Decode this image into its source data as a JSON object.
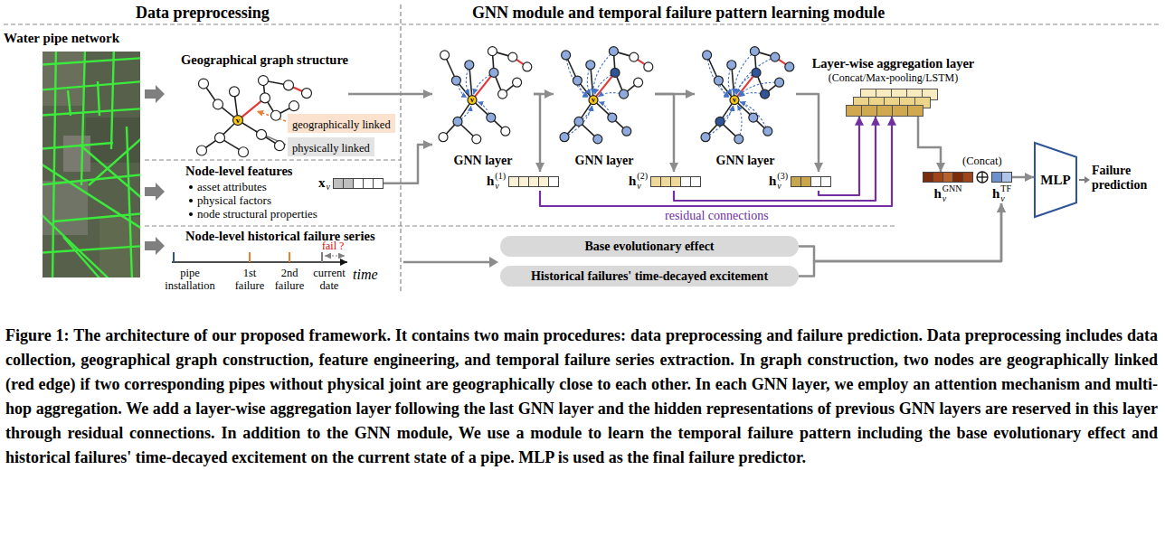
{
  "diagram": {
    "caption": "Figure 1: The architecture of our proposed framework. It contains two main procedures: data preprocessing and failure prediction. Data preprocessing includes data collection, geographical graph construction, feature engineering, and temporal failure series extraction. In graph construction, two nodes are geographically linked (red edge) if two corresponding pipes without physical joint are geographically close to each other. In each GNN layer, we employ an attention mechanism and multi-hop aggregation. We add a layer-wise aggregation layer following the last GNN layer and the hidden representations of previous GNN layers are reserved in this layer through residual connections. In addition to the GNN module, We use a module to learn the temporal failure pattern including the base evolutionary effect and historical failures' time-decayed excitement on the current state of a pipe. MLP is used as the final failure predictor.",
    "nodes": [
      {
        "text": [
          "Geographical graph structure"
        ]
      },
      {
        "text": [
          "geographically linked"
        ]
      },
      {
        "text": [
          "physically linked"
        ]
      },
      {
        "text": [
          "x",
          "v"
        ]
      },
      {
        "text": [
          "GNN layer"
        ]
      },
      {
        "text": [
          "GNN layer"
        ]
      },
      {
        "text": [
          "GNN layer"
        ]
      },
      {
        "text": [
          "Layer-wise aggregation layer",
          "(Concat/Max-pooling/LSTM)"
        ]
      },
      {
        "text": [
          "h",
          "v",
          "(1)"
        ]
      },
      {
        "text": [
          "h",
          "v",
          "(2)"
        ]
      },
      {
        "text": [
          "h",
          "v",
          "(3)"
        ]
      },
      {
        "text": [
          "h",
          "v",
          "GNN"
        ]
      },
      {
        "text": [
          "h",
          "v",
          "TF"
        ]
      },
      {
        "text": [
          "MLP"
        ]
      },
      {
        "text": [
          "Base evolutionary effect"
        ]
      },
      {
        "text": [
          "Historical failures' time-decayed excitement"
        ]
      }
    ],
    "edges": [
      {
        "from": 0,
        "to": 4,
        "arrow": "to"
      },
      {
        "from": 3,
        "to": 4,
        "arrow": "to"
      },
      {
        "from": 4,
        "to": 5,
        "arrow": "to"
      },
      {
        "from": 4,
        "to": 8,
        "arrow": "to"
      },
      {
        "from": 5,
        "to": 6,
        "arrow": "to"
      },
      {
        "from": 5,
        "to": 9,
        "arrow": "to"
      },
      {
        "from": 6,
        "to": 10,
        "arrow": "to"
      },
      {
        "from": 8,
        "to": 7,
        "arrow": "to"
      },
      {
        "from": 9,
        "to": 7,
        "arrow": "to"
      },
      {
        "from": 10,
        "to": 7,
        "arrow": "to"
      },
      {
        "from": 7,
        "to": 11,
        "arrow": "to"
      },
      {
        "from": 12,
        "to": 13,
        "arrow": "to"
      },
      {
        "from": 14,
        "to": 12,
        "arrow": "to"
      },
      {
        "from": 15,
        "to": 12,
        "arrow": "to"
      }
    ],
    "labels": [
      "Data preprocessing",
      "GNN module and temporal failure pattern learning module",
      "Water pipe network",
      "v",
      "v",
      "v",
      "v",
      "Node-level features",
      "asset attributes",
      "physical factors",
      "node structural properties",
      "Node-level historical failure series",
      "fail ?",
      "pipe installation",
      "1st failure",
      "2nd failure",
      "current date",
      "time",
      "residual connections",
      "(Concat)",
      "Failure prediction"
    ]
  }
}
